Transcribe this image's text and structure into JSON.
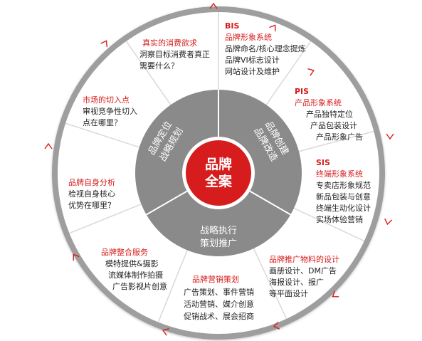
{
  "center": {
    "line1": "品牌",
    "line2": "全案"
  },
  "inner": {
    "strategy_plan": {
      "line1": "品牌定位",
      "line2": "战略规划"
    },
    "brand_create": {
      "line1": "品牌创建",
      "line2": "品牌改造"
    },
    "execution": {
      "line1": "战略执行",
      "line2": "策划推广"
    }
  },
  "segments": {
    "bis": {
      "code": "BIS",
      "title": "品牌形象系统",
      "lines": [
        "品牌命名/核心理念提炼",
        "品牌VI标志设计",
        "网站设计及维护"
      ]
    },
    "pis": {
      "code": "PIS",
      "title": "产品形象系统",
      "lines": [
        "产品独特定位",
        "产品包装设计",
        "产品形象广告"
      ]
    },
    "sis": {
      "code": "SIS",
      "title": "终端形象系统",
      "lines": [
        "专卖店形象规范",
        "新品包装与创意",
        "终端生动化设计",
        "实场体验营销"
      ]
    },
    "promo_material": {
      "title": "品牌推广物料的设计",
      "lines": [
        "画册设计、DM广告",
        "海报设计、报广",
        "等平面设计"
      ]
    },
    "marketing": {
      "title": "品牌营销策划",
      "lines": [
        "广告策划、事件营销",
        "活动营销、媒介创意",
        "促销战术、展会招商"
      ]
    },
    "integrated": {
      "title": "品牌整合服务",
      "lines": [
        "模特提供&摄影",
        "流媒体制作拍摄",
        "广告影视片创意"
      ]
    },
    "self_analysis": {
      "title": "品牌自身分析",
      "lines": [
        "检视自身核心",
        "优势在哪里？"
      ]
    },
    "market_entry": {
      "title": "市场的切入点",
      "lines": [
        "审视竞争性切入",
        "点在哪里？"
      ]
    },
    "consumer": {
      "title": "真实的消费欲求",
      "lines": [
        "洞察目标消费者真正",
        "需要什么？"
      ]
    }
  },
  "colors": {
    "accent": "#d61c1c",
    "ring_fill": "#ffffff",
    "divider": "#d9d9d9",
    "inner_gray": "#8a8a8a",
    "outer_ring": "#9e9e9e"
  },
  "decorations": {
    "chevron_icon": "chevron-arrow-icon"
  }
}
